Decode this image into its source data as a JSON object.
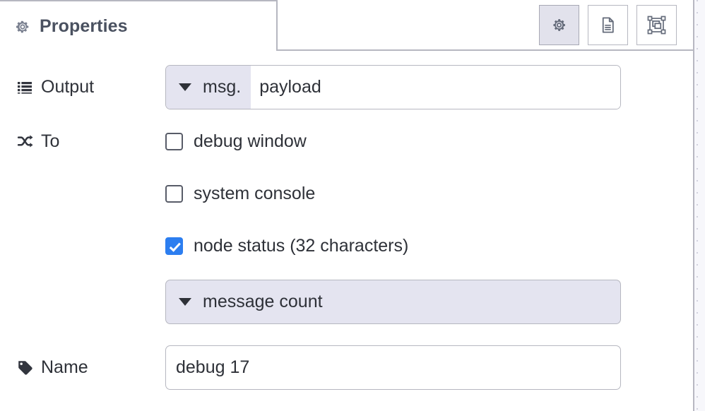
{
  "panel": {
    "tab": {
      "label": "Properties",
      "icon": "gear-icon",
      "active": true
    },
    "tool_buttons": [
      {
        "name": "properties-tab-button",
        "icon": "gear-icon",
        "active": true
      },
      {
        "name": "description-tab-button",
        "icon": "document-icon",
        "active": false
      },
      {
        "name": "appearance-tab-button",
        "icon": "appearance-icon",
        "active": false
      }
    ]
  },
  "form": {
    "output": {
      "label": "Output",
      "icon": "list-icon",
      "type_selected": "msg.",
      "value": "payload"
    },
    "to": {
      "label": "To",
      "icon": "shuffle-icon",
      "options": [
        {
          "label": "debug window",
          "checked": false
        },
        {
          "label": "system console",
          "checked": false
        },
        {
          "label": "node status (32 characters)",
          "checked": true
        }
      ],
      "status_type": {
        "selected": "message count"
      }
    },
    "name": {
      "label": "Name",
      "icon": "tag-icon",
      "value": "debug 17",
      "placeholder": "Name"
    }
  },
  "colors": {
    "accent_checked": "#2c7ef0",
    "field_border": "#b6b7c0",
    "select_bg": "#e4e4f0",
    "tab_text": "#4a5160",
    "text": "#2e3138"
  }
}
